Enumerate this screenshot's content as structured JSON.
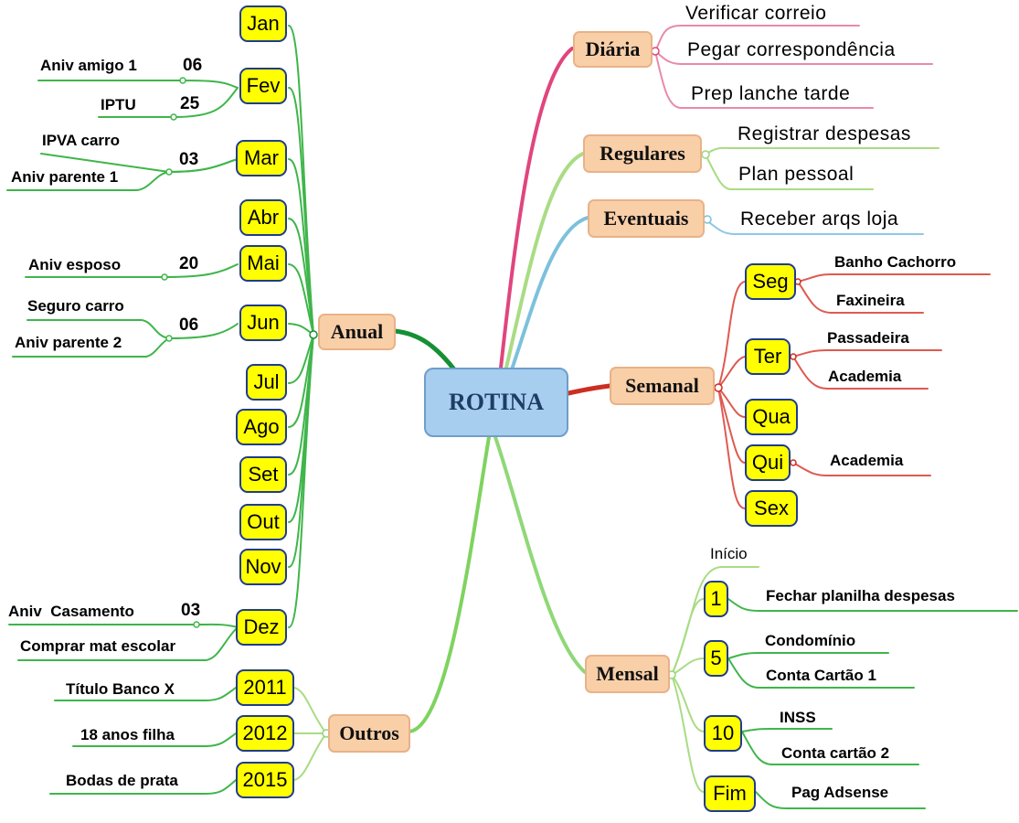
{
  "center": "ROTINA",
  "branches": {
    "diaria": {
      "label": "Diária",
      "items": [
        "Verificar correio",
        "Pegar correspondência",
        "Prep lanche tarde"
      ]
    },
    "regulares": {
      "label": "Regulares",
      "items": [
        "Registrar despesas",
        "Plan pessoal"
      ]
    },
    "eventuais": {
      "label": "Eventuais",
      "items": [
        "Receber arqs loja"
      ]
    },
    "semanal": {
      "label": "Semanal",
      "days": [
        {
          "label": "Seg",
          "items": [
            "Banho Cachorro",
            "Faxineira"
          ]
        },
        {
          "label": "Ter",
          "items": [
            "Passadeira",
            "Academia"
          ]
        },
        {
          "label": "Qua",
          "items": []
        },
        {
          "label": "Qui",
          "items": [
            "Academia"
          ]
        },
        {
          "label": "Sex",
          "items": []
        }
      ]
    },
    "mensal": {
      "label": "Mensal",
      "inicio": "Início",
      "days": [
        {
          "label": "1",
          "items": [
            "Fechar planilha despesas"
          ]
        },
        {
          "label": "5",
          "items": [
            "Condomínio",
            "Conta Cartão 1"
          ]
        },
        {
          "label": "10",
          "items": [
            "INSS",
            "Conta cartão 2"
          ]
        },
        {
          "label": "Fim",
          "items": [
            "Pag Adsense"
          ]
        }
      ]
    },
    "anual": {
      "label": "Anual",
      "months": [
        {
          "label": "Jan"
        },
        {
          "label": "Fev",
          "day": [
            "06",
            "25"
          ],
          "items": [
            "Aniv amigo 1",
            "IPTU"
          ]
        },
        {
          "label": "Mar",
          "day": [
            "03"
          ],
          "items": [
            "IPVA carro",
            "Aniv parente 1"
          ]
        },
        {
          "label": "Abr"
        },
        {
          "label": "Mai",
          "day": [
            "20"
          ],
          "items": [
            "Aniv esposo"
          ]
        },
        {
          "label": "Jun",
          "day": [
            "06"
          ],
          "items": [
            "Seguro carro",
            "Aniv parente 2"
          ]
        },
        {
          "label": "Jul"
        },
        {
          "label": "Ago"
        },
        {
          "label": "Set"
        },
        {
          "label": "Out"
        },
        {
          "label": "Nov"
        },
        {
          "label": "Dez",
          "day": [
            "03"
          ],
          "items": [
            "Aniv  Casamento",
            "Comprar mat escolar"
          ]
        }
      ]
    },
    "outros": {
      "label": "Outros",
      "years": [
        {
          "label": "2011",
          "items": [
            "Título Banco X"
          ]
        },
        {
          "label": "2012",
          "items": [
            "18 anos filha"
          ]
        },
        {
          "label": "2015",
          "items": [
            "Bodas de prata"
          ]
        }
      ]
    }
  },
  "colors": {
    "diaria": "#e0457e",
    "regulares": "#9fd67a",
    "eventuais": "#7cc1dc",
    "semanal": "#cc2e22",
    "mensal": "#8fd877",
    "anual": "#159034",
    "outros": "#8fd877",
    "leaf_green": "#3fb54a",
    "leaf_light": "#a9dc84",
    "leaf_pink": "#e88aa8",
    "leaf_blue": "#8fc8e6",
    "leaf_red": "#de5a50"
  }
}
